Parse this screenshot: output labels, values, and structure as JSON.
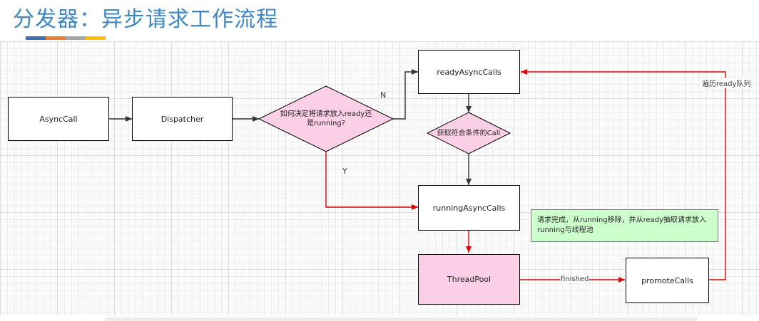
{
  "header": {
    "title": "分发器：异步请求工作流程",
    "accent_colors": [
      "#3e6fb5",
      "#ec7d31",
      "#a5a5a5",
      "#ffc000"
    ]
  },
  "diagram": {
    "nodes": {
      "asynccall": "AsyncCall",
      "dispatcher": "Dispatcher",
      "decision": "如何决定将请求放入ready还是running?",
      "ready_async_calls": "readyAsyncCalls",
      "fetch_call": "获取符合条件的Call",
      "running_async_calls": "runningAsyncCalls",
      "thread_pool": "ThreadPool",
      "promote_calls": "promoteCalls"
    },
    "edge_labels": {
      "no": "N",
      "yes": "Y",
      "finished": "finished",
      "traverse_ready": "遍历ready队列"
    },
    "note": "请求完成，从running移除，并从ready抽取请求放入running与线程池",
    "colors": {
      "pink_fill": "#fbcfe5",
      "note_fill": "#ccffcc",
      "red_edge": "#e00000",
      "black_edge": "#333333"
    }
  }
}
